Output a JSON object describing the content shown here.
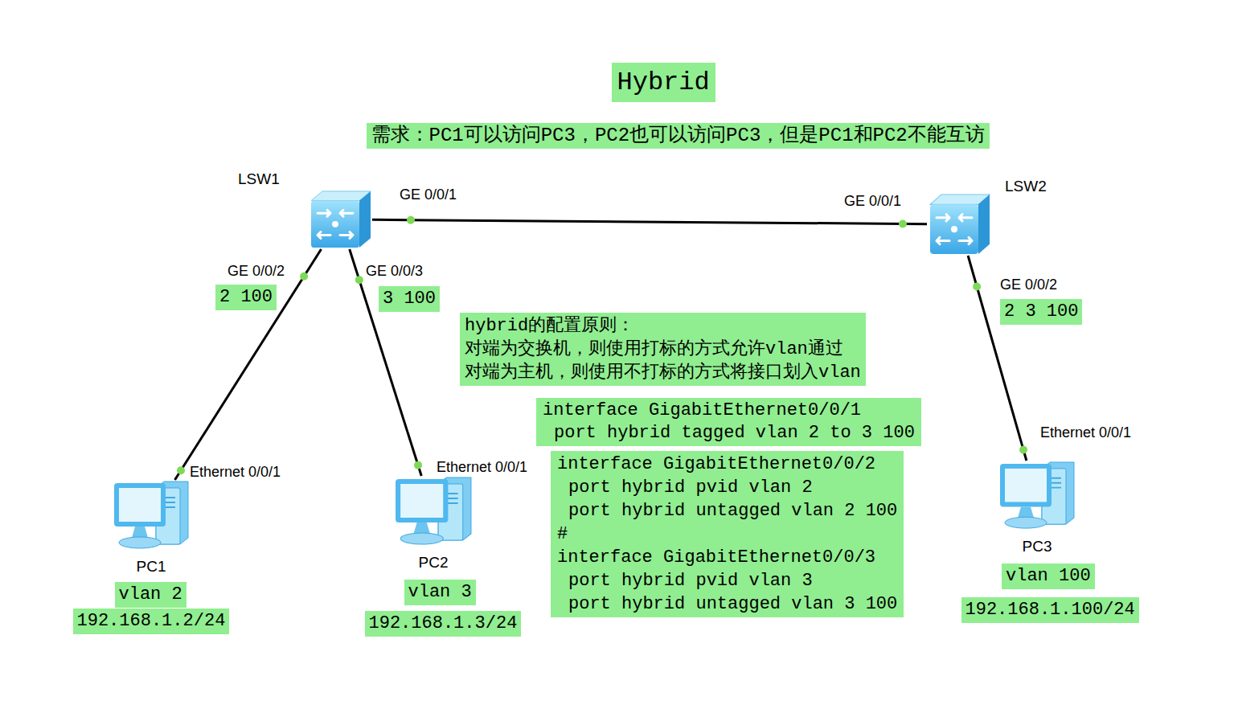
{
  "diagram": {
    "title": "Hybrid",
    "nodes": [
      {
        "text": [
          "需求：PC1可以访问PC3，PC2也可以访问PC3，但是PC1和PC2不能互访"
        ]
      },
      {
        "text": [
          "LSW1"
        ]
      },
      {
        "text": [
          "LSW2"
        ]
      },
      {
        "text": [
          "2 100"
        ]
      },
      {
        "text": [
          "3 100"
        ]
      },
      {
        "text": [
          "2 3 100"
        ]
      },
      {
        "text": [
          "hybrid的配置原则：",
          "对端为交换机，则使用打标的方式允许vlan通过",
          "对端为主机，则使用不打标的方式将接口划入vlan"
        ]
      },
      {
        "text": [
          "interface GigabitEthernet0/0/1",
          "port hybrid tagged vlan 2 to 3 100"
        ]
      },
      {
        "text": [
          "interface GigabitEthernet0/0/2",
          "port hybrid pvid vlan 2",
          "port hybrid untagged vlan 2 100",
          "#",
          "interface GigabitEthernet0/0/3",
          "port hybrid pvid vlan 3",
          "port hybrid untagged vlan 3 100"
        ]
      },
      {
        "text": [
          "PC1"
        ]
      },
      {
        "text": [
          "PC2"
        ]
      },
      {
        "text": [
          "PC3"
        ]
      },
      {
        "text": [
          "vlan 2"
        ]
      },
      {
        "text": [
          "vlan 3"
        ]
      },
      {
        "text": [
          "vlan 100"
        ]
      },
      {
        "text": [
          "192.168.1.2/24"
        ]
      },
      {
        "text": [
          "192.168.1.3/24"
        ]
      },
      {
        "text": [
          "192.168.1.100/24"
        ]
      }
    ],
    "edges": [
      {
        "from": 1,
        "to": 2,
        "arrow": "none"
      },
      {
        "from": 1,
        "to": 9,
        "arrow": "none"
      },
      {
        "from": 1,
        "to": 10,
        "arrow": "none"
      },
      {
        "from": 2,
        "to": 11,
        "arrow": "none"
      }
    ],
    "labels": [
      "GE 0/0/1",
      "GE 0/0/1",
      "GE 0/0/2",
      "GE 0/0/3",
      "GE 0/0/2",
      "Ethernet 0/0/1",
      "Ethernet 0/0/1",
      "Ethernet 0/0/1"
    ]
  }
}
